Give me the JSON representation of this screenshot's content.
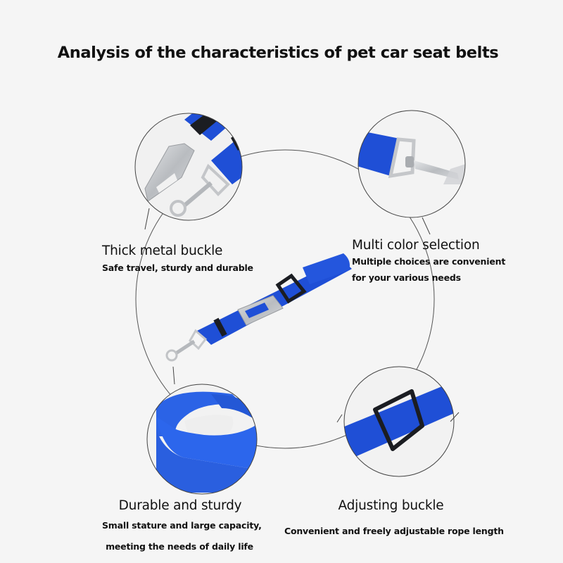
{
  "title": "Analysis of the characteristics of pet car seat belts",
  "colors": {
    "background": "#f5f5f5",
    "strap_blue": "#1f4fd6",
    "strap_blue_light": "#2f64e8",
    "metal": "#c7c9cc",
    "buckle_black": "#1b1d22",
    "circle_stroke": "#4a4a4a"
  },
  "features": [
    {
      "id": "thick-metal-buckle",
      "position": "top-left",
      "heading": "Thick metal buckle",
      "lines": [
        "Safe travel, sturdy and durable"
      ],
      "image": "metal-buckle-and-snap-hook"
    },
    {
      "id": "multi-color-selection",
      "position": "top-right",
      "heading": "Multi color selection",
      "lines": [
        "Multiple choices are convenient",
        "for your various needs"
      ],
      "image": "strap-with-swivel-snap-hook"
    },
    {
      "id": "durable-and-sturdy",
      "position": "bottom-left",
      "heading": "Durable and sturdy",
      "lines": [
        "Small stature and large capacity,",
        "meeting the needs of daily life"
      ],
      "image": "rolled-nylon-webbing"
    },
    {
      "id": "adjusting-buckle",
      "position": "bottom-right",
      "heading": "Adjusting buckle",
      "lines": [
        "Convenient and freely adjustable rope length"
      ],
      "image": "black-slider-buckle-on-strap"
    }
  ],
  "center_product": "pet-car-seat-belt-blue"
}
